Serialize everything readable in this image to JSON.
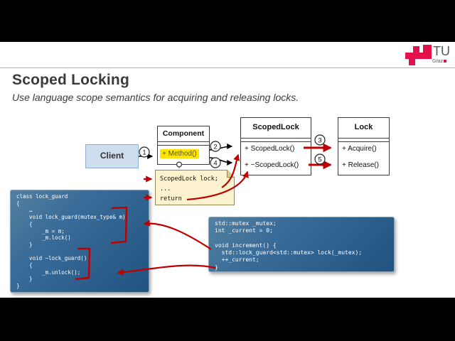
{
  "slide": {
    "title": "Scoped Locking",
    "subtitle": "Use language scope semantics for acquiring and releasing locks.",
    "logo": {
      "tu": "TU",
      "graz": "Graz",
      "brand_color": "#e3104c",
      "text_color": "#57585a"
    }
  },
  "diagram": {
    "client": {
      "title": "Client",
      "bg_color": "#cfdeef"
    },
    "component": {
      "title": "Component",
      "method": "+ Method()",
      "highlight_color": "#ffe600"
    },
    "scopedlock": {
      "title": "ScopedLock",
      "ops": [
        "+ ScopedLock()",
        "+ ~ScopedLock()"
      ]
    },
    "lock": {
      "title": "Lock",
      "ops": [
        "+ Acquire()",
        "+ Release()"
      ]
    },
    "steps": [
      "1",
      "2",
      "3",
      "4",
      "5"
    ],
    "note": {
      "lines": [
        "ScopedLock lock;",
        "...",
        "return"
      ],
      "bg_color": "#fcf2cf"
    },
    "colors": {
      "annotation_red": "#c00000",
      "code_bg_top": "#53809f",
      "code_bg_bottom": "#215380"
    }
  },
  "code_left": {
    "lines": [
      "class lock_guard",
      "{",
      "    …",
      "    void lock_guard(mutex_type& m)",
      "    {",
      "        _m = m;",
      "        _m.lock()",
      "    }",
      "",
      "    void ~lock_guard()",
      "    {",
      "        _m.unlock();",
      "    }",
      "}"
    ]
  },
  "code_right": {
    "lines": [
      "std::mutex _mutex;",
      "int _current = 0;",
      "",
      "void increment() {",
      "  std::lock_guard<std::mutex> lock(_mutex);",
      "  ++_current;",
      "}"
    ]
  }
}
